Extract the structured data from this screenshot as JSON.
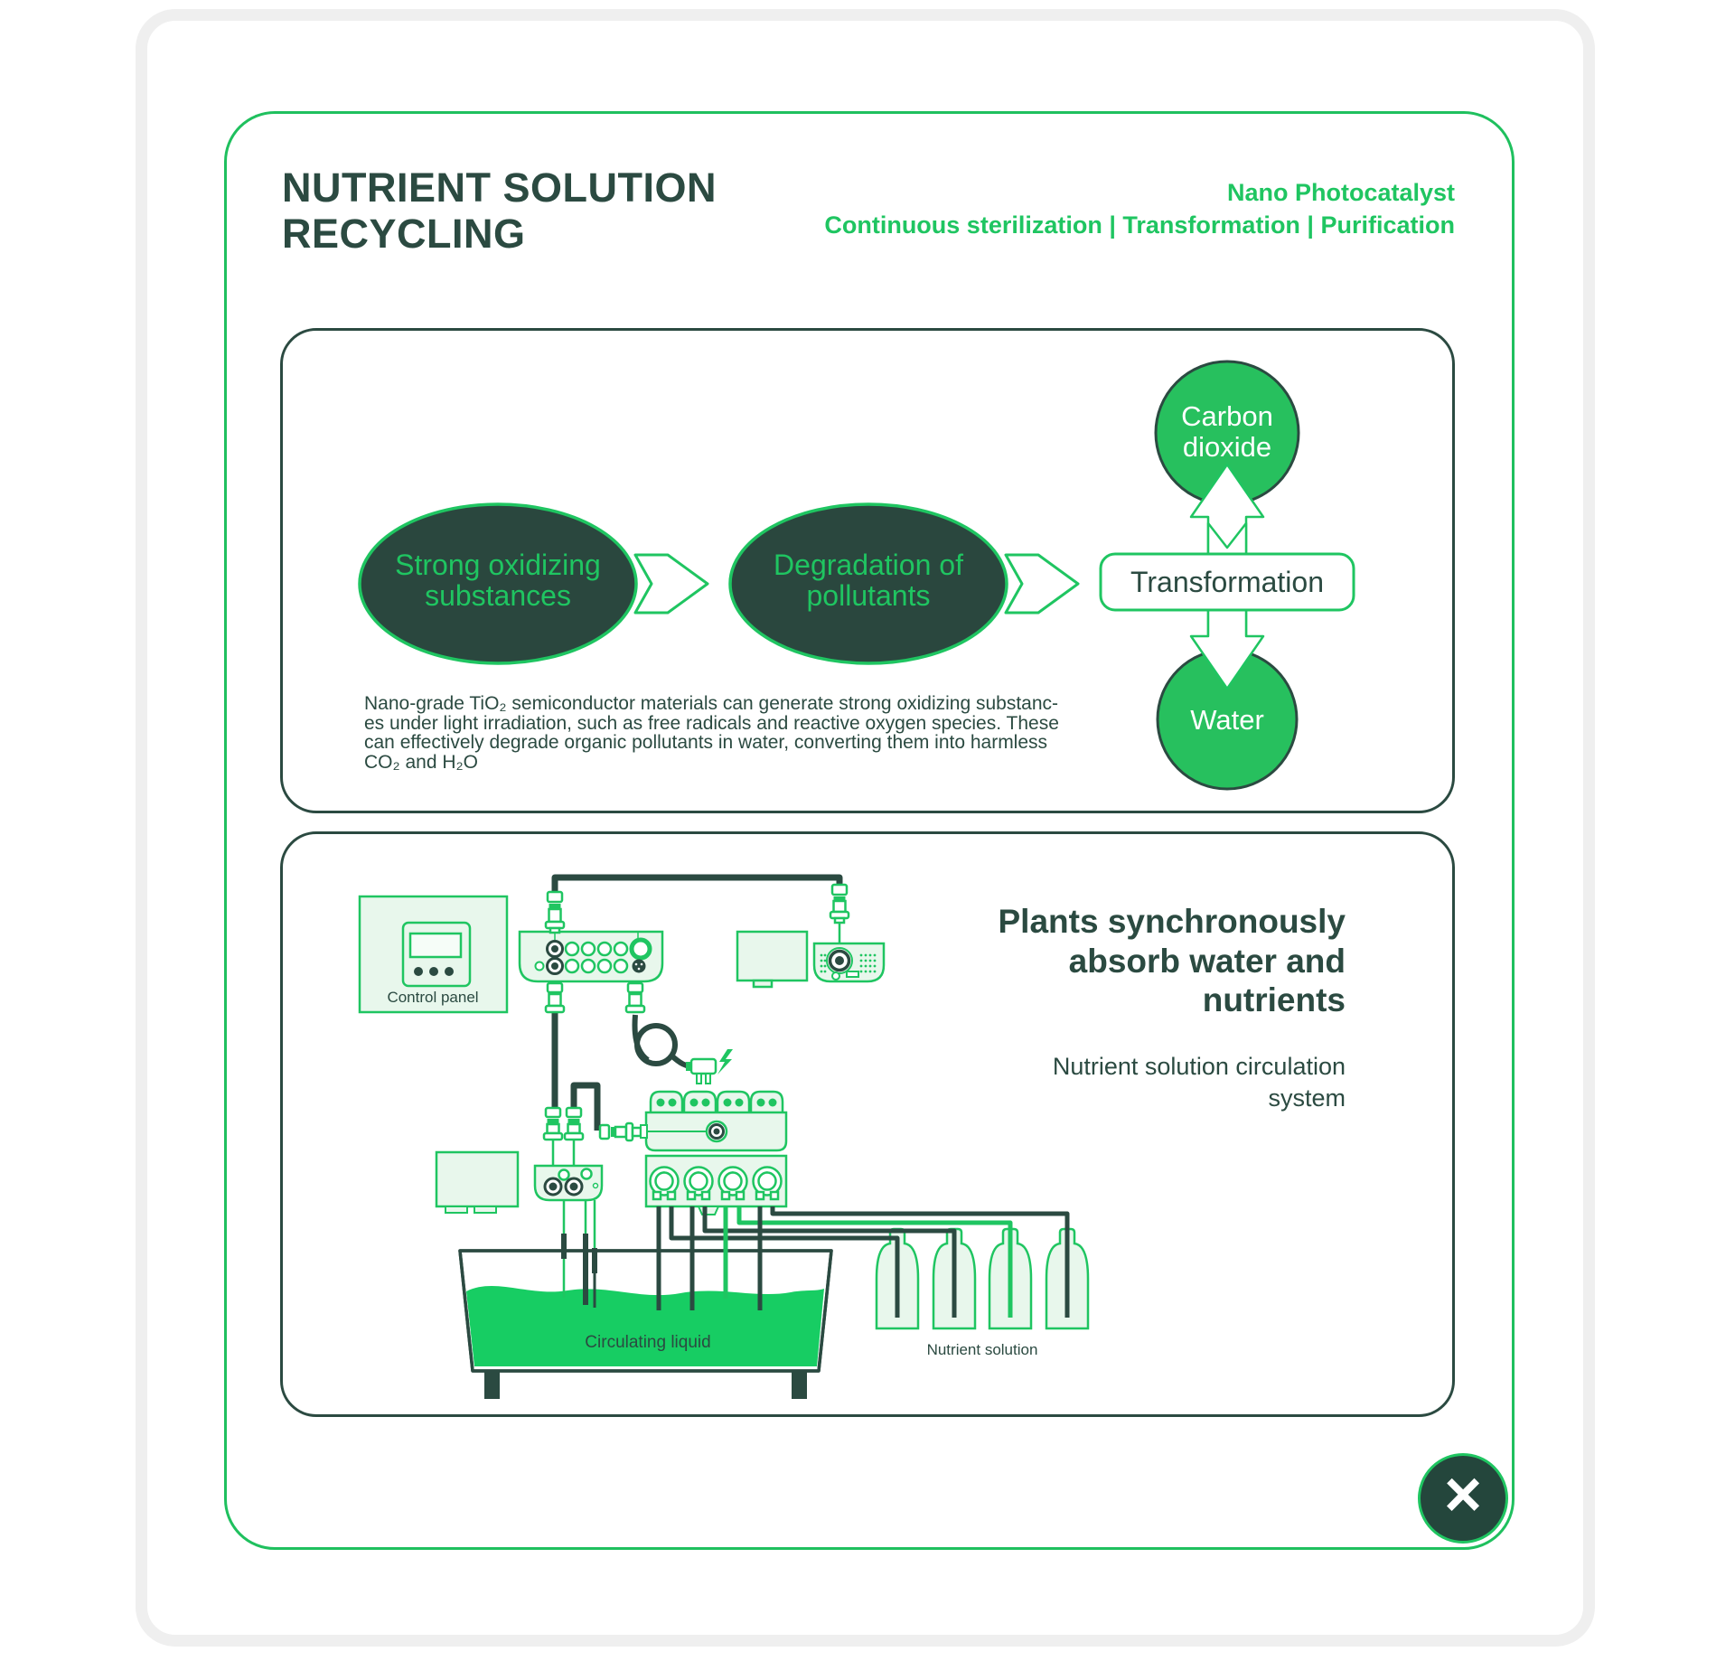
{
  "header": {
    "title_line1": "NUTRIENT SOLUTION",
    "title_line2": "RECYCLING",
    "tagline_line1": "Nano Photocatalyst",
    "tagline_line2": "Continuous sterilization | Transformation | Purification"
  },
  "process": {
    "ellipse1_line1": "Strong oxidizing",
    "ellipse1_line2": "substances",
    "ellipse2_line1": "Degradation of",
    "ellipse2_line2": "pollutants",
    "transformation_label": "Transformation",
    "co2_line1": "Carbon",
    "co2_line2": "dioxide",
    "water_label": "Water",
    "description_lines": [
      "Nano-grade TiO₂ semiconductor materials can generate strong oxidizing substanc-",
      "es under light irradiation, such as free radicals and reactive oxygen species. These",
      "can effectively degrade organic pollutants in water, converting them into harmless",
      "CO₂ and H₂O"
    ]
  },
  "system": {
    "control_panel_label": "Control panel",
    "circulating_liquid_label": "Circulating liquid",
    "nutrient_solution_label": "Nutrient solution",
    "headline_line1": "Plants synchronously",
    "headline_line2": "absorb water and",
    "headline_line3": "nutrients",
    "subheadline_line1": "Nutrient solution circulation",
    "subheadline_line2": "system"
  },
  "icons": {
    "close_x": "×"
  },
  "colors": {
    "accent_green": "#1fc561",
    "border_green": "#1fc05e",
    "dark_green": "#2b4a41",
    "ellipse_fill": "#2a473e",
    "circle_fill": "#27c05e",
    "liquid_green": "#17cd63",
    "light_fill": "#e8f7ec",
    "card_border": "#efefef",
    "close_fill": "#24463c"
  }
}
